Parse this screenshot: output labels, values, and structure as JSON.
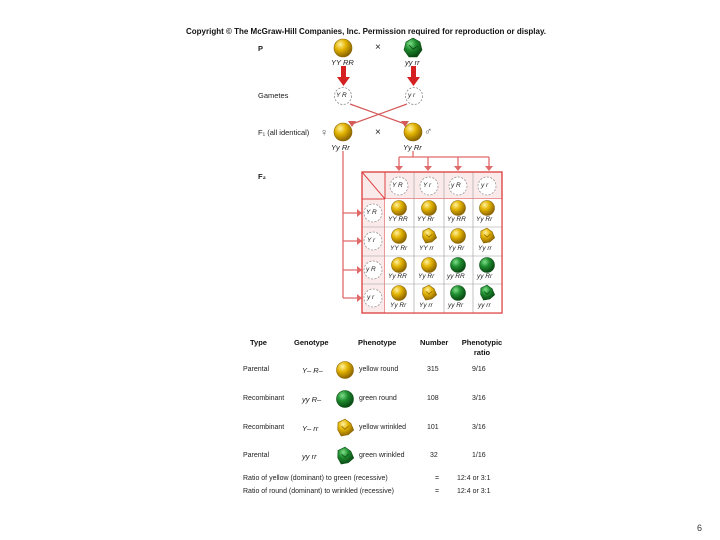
{
  "copyright": "Copyright © The McGraw-Hill Companies, Inc. Permission required for reproduction or display.",
  "slide_number": "6",
  "cross": {
    "p_label": "P",
    "times": "×",
    "parent1_genotype": "YY RR",
    "parent2_genotype": "yy rr",
    "gametes_label": "Gametes",
    "gamete1": "Y R",
    "gamete2": "y r",
    "f1_label": "F₁ (all identical)",
    "f1_female_symbol": "♀",
    "f1_male_symbol": "♂",
    "f1_genotype_female": "Yy Rr",
    "f1_genotype_male": "Yy Rr",
    "f2_label": "F₂"
  },
  "punnett": {
    "col_gametes": [
      "Y R",
      "Y r",
      "y R",
      "y r"
    ],
    "row_gametes": [
      "Y R",
      "Y r",
      "y R",
      "y r"
    ],
    "cells": [
      [
        {
          "g": "YY RR",
          "color": "yellow",
          "shape": "round"
        },
        {
          "g": "YY Rr",
          "color": "yellow",
          "shape": "round"
        },
        {
          "g": "Yy RR",
          "color": "yellow",
          "shape": "round"
        },
        {
          "g": "Yy Rr",
          "color": "yellow",
          "shape": "round"
        }
      ],
      [
        {
          "g": "YY Rr",
          "color": "yellow",
          "shape": "round"
        },
        {
          "g": "YY rr",
          "color": "yellow",
          "shape": "wrinkled"
        },
        {
          "g": "Yy Rr",
          "color": "yellow",
          "shape": "round"
        },
        {
          "g": "Yy rr",
          "color": "yellow",
          "shape": "wrinkled"
        }
      ],
      [
        {
          "g": "Yy RR",
          "color": "yellow",
          "shape": "round"
        },
        {
          "g": "Yy Rr",
          "color": "yellow",
          "shape": "round"
        },
        {
          "g": "yy RR",
          "color": "green",
          "shape": "round"
        },
        {
          "g": "yy Rr",
          "color": "green",
          "shape": "round"
        }
      ],
      [
        {
          "g": "Yy Rr",
          "color": "yellow",
          "shape": "round"
        },
        {
          "g": "Yy rr",
          "color": "yellow",
          "shape": "wrinkled"
        },
        {
          "g": "yy Rr",
          "color": "green",
          "shape": "round"
        },
        {
          "g": "yy rr",
          "color": "green",
          "shape": "wrinkled"
        }
      ]
    ]
  },
  "summary": {
    "headers": {
      "type": "Type",
      "genotype": "Genotype",
      "phenotype": "Phenotype",
      "number": "Number",
      "ratio": "Phenotypic ratio"
    },
    "rows": [
      {
        "type": "Parental",
        "genotype": "Y– R–",
        "seed_color": "yellow",
        "seed_shape": "round",
        "phenotype": "yellow round",
        "number": "315",
        "ratio": "9/16"
      },
      {
        "type": "Recombinant",
        "genotype": "yy R–",
        "seed_color": "green",
        "seed_shape": "round",
        "phenotype": "green round",
        "number": "108",
        "ratio": "3/16"
      },
      {
        "type": "Recombinant",
        "genotype": "Y– rr",
        "seed_color": "yellow",
        "seed_shape": "wrinkled",
        "phenotype": "yellow wrinkled",
        "number": "101",
        "ratio": "3/16"
      },
      {
        "type": "Parental",
        "genotype": "yy rr",
        "seed_color": "green",
        "seed_shape": "wrinkled",
        "phenotype": "green wrinkled",
        "number": "32",
        "ratio": "1/16"
      }
    ],
    "ratios": [
      {
        "label": "Ratio of yellow (dominant) to green (recessive)",
        "op": "=",
        "value": "12:4 or 3:1"
      },
      {
        "label": "Ratio of round (dominant) to wrinkled (recessive)",
        "op": "=",
        "value": "12:4 or 3:1"
      }
    ]
  },
  "colors": {
    "yellow": "#d9a800",
    "yellow_dark": "#9b7200",
    "green": "#1e8a2e",
    "green_dark": "#0d5a18",
    "arrow_red": "#d42020",
    "pink": "#e06a6a"
  }
}
